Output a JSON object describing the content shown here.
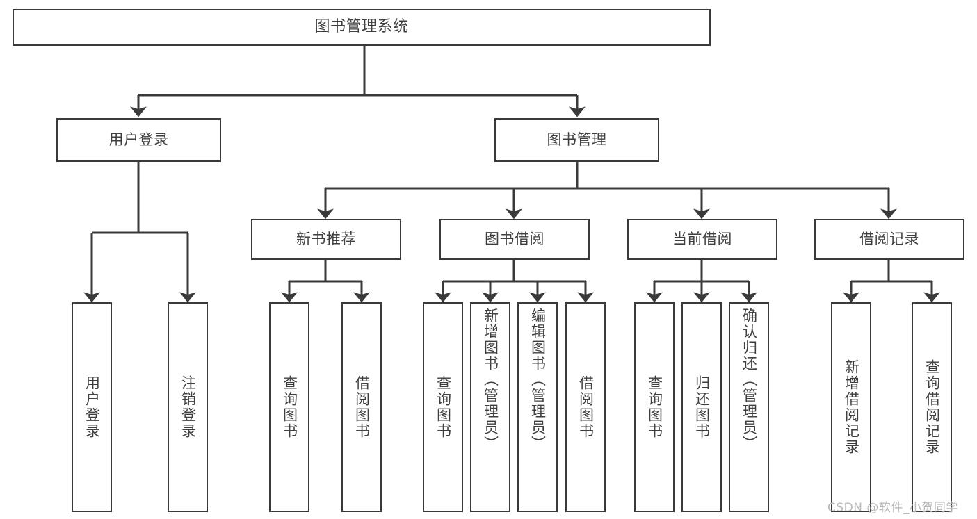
{
  "diagram": {
    "title": "图书管理系统",
    "type": "tree-hierarchy-chart",
    "root": {
      "label": "图书管理系统"
    },
    "level2": [
      {
        "label": "用户登录"
      },
      {
        "label": "图书管理"
      }
    ],
    "level3": [
      {
        "label": "新书推荐"
      },
      {
        "label": "图书借阅"
      },
      {
        "label": "当前借阅"
      },
      {
        "label": "借阅记录"
      }
    ],
    "leaves": {
      "user_login": [
        {
          "label": "用户登录"
        },
        {
          "label": "注销登录"
        }
      ],
      "new_book_recommend": [
        {
          "label": "查询图书"
        },
        {
          "label": "借阅图书"
        }
      ],
      "book_borrow": [
        {
          "label": "查询图书"
        },
        {
          "label": "新增图书（管理员）"
        },
        {
          "label": "编辑图书（管理员）"
        },
        {
          "label": "借阅图书"
        }
      ],
      "current_borrow": [
        {
          "label": "查询图书"
        },
        {
          "label": "归还图书"
        },
        {
          "label": "确认归还（管理员）"
        }
      ],
      "borrow_records": [
        {
          "label": "新增借阅记录"
        },
        {
          "label": "查询借阅记录"
        }
      ]
    }
  },
  "watermark": {
    "text": "CSDN @软件_小贺同学"
  },
  "colors": {
    "border": "#3a3a3a",
    "text": "#3f3f3f",
    "background": "#ffffff",
    "watermark": "#b9b9b9"
  }
}
